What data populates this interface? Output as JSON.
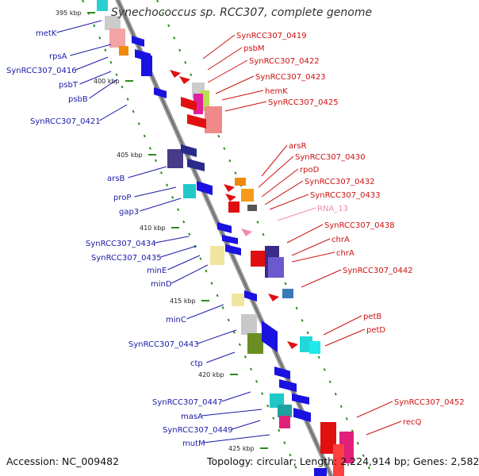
{
  "title": "Synechococcus sp. RCC307, complete genome",
  "footer": {
    "accession": "Accession: NC_009482",
    "topology": "Topology: circular; Length: 2,224,914 bp; Genes: 2,582"
  },
  "colors": {
    "left_label": "#1a1aa6",
    "right_label": "#cc1111",
    "rna_label": "#f08ab8",
    "axis": "#8a8a8a",
    "tick": "#2e8b1e"
  },
  "kbp_labels": [
    "395 kbp",
    "400 kbp",
    "405 kbp",
    "410 kbp",
    "415 kbp",
    "420 kbp",
    "425 kbp"
  ],
  "left_genes": [
    "metK",
    "rpsA",
    "SynRCC307_0416",
    "psbT",
    "psbB",
    "SynRCC307_0421",
    "arsB",
    "proP",
    "gap3",
    "SynRCC307_0434",
    "SynRCC307_0435",
    "minE",
    "minD",
    "minC",
    "SynRCC307_0443",
    "ctp",
    "SynRCC307_0447",
    "masA",
    "SynRCC307_0449",
    "mutM"
  ],
  "right_genes": [
    "SynRCC307_0419",
    "psbM",
    "SynRCC307_0422",
    "SynRCC307_0423",
    "hemK",
    "SynRCC307_0425",
    "arsR",
    "SynRCC307_0430",
    "rpoD",
    "SynRCC307_0432",
    "SynRCC307_0433",
    "RNA_13",
    "SynRCC307_0438",
    "chrA",
    "chrA",
    "SynRCC307_0442",
    "petB",
    "petD",
    "SynRCC307_0452",
    "recQ"
  ]
}
